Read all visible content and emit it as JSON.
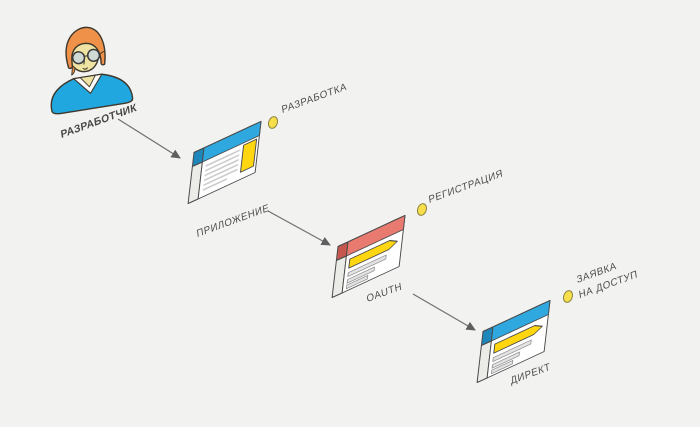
{
  "diagram": {
    "background": "#f2f2f1",
    "outline_color": "#4a4a4a",
    "text_color": "#4d4d4d",
    "arrow_color": "#6f6f6f",
    "actor": {
      "label": "РАЗРАБОТЧИК",
      "colors": {
        "hair": "#f0914a",
        "skin": "#efe3a3",
        "shirt": "#21a7e0",
        "lens": "#ccd8da",
        "collar": "#fcfcfc"
      }
    },
    "steps": [
      {
        "label": "ПРИЛОЖЕНИЕ",
        "status": "РАЗРАБОТКА",
        "title_colors": {
          "front": "#2fa8df",
          "top": "#6cc9ee",
          "side": "#1d86bb"
        }
      },
      {
        "label": "OAUTH",
        "status": "РЕГИСТРАЦИЯ",
        "title_colors": {
          "front": "#e87a70",
          "top": "#f09a92",
          "side": "#c6574e"
        }
      },
      {
        "label": "ДИРЕКТ",
        "status": "ЗАЯВКА\nНА ДОСТУП",
        "title_colors": {
          "front": "#2fa8df",
          "top": "#6cc9ee",
          "side": "#1d86bb"
        }
      }
    ],
    "accents": {
      "yellow": "#ffd60f",
      "dot_fill": "#f7df4b",
      "dot_stroke": "#8a823e",
      "list_line": "#cbcbcb",
      "bar_fill": "#e3e3e3",
      "side_body": "#ebebe7"
    }
  }
}
